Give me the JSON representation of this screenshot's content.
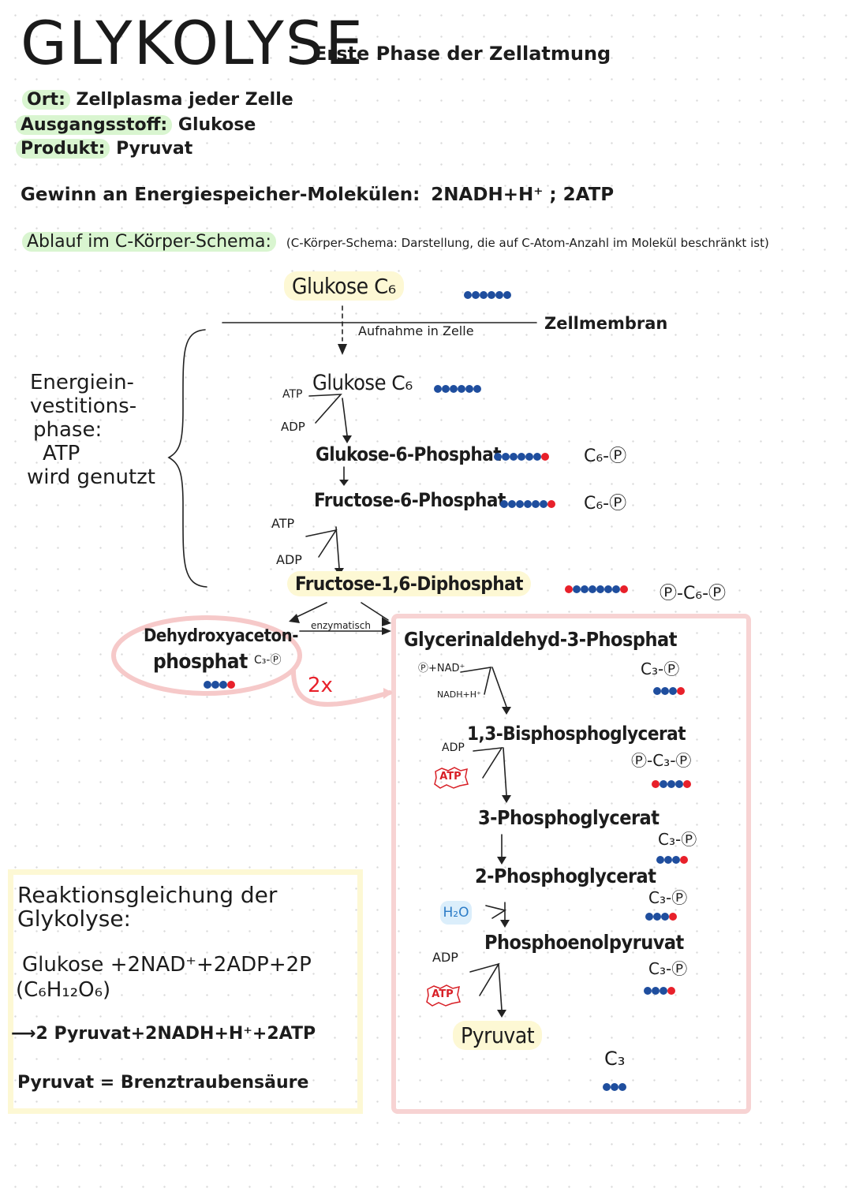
{
  "header": {
    "title": "GLYKOLYSE",
    "title_dash": "-",
    "subtitle": "Erste Phase der Zellatmung"
  },
  "facts": [
    {
      "label": "Ort:",
      "value": "Zellplasma jeder Zelle"
    },
    {
      "label": "Ausgangsstoff:",
      "value": "Glukose"
    },
    {
      "label": "Produkt:",
      "value": "Pyruvat"
    }
  ],
  "gain": {
    "label": "Gewinn an Energiespeicher-Molekülen:",
    "value": "2NADH+H⁺ ; 2ATP"
  },
  "schema_line": {
    "label": "Ablauf im C-Körper-Schema:",
    "note": "(C-Körper-Schema: Darstellung, die auf C-Atom-Anzahl im Molekül beschränkt ist)"
  },
  "membrane": {
    "label": "Zellmembran",
    "uptake": "Aufnahme in Zelle"
  },
  "phase_label": {
    "line1": "Energiein-",
    "line2": "vestitions-",
    "line3": "phase:",
    "line4": "ATP",
    "line5": "wird genutzt"
  },
  "molecules": {
    "glukose_out": {
      "name": "Glukose",
      "formula": "C₆"
    },
    "glukose_in": {
      "name": "Glukose",
      "formula": "C₆"
    },
    "g6p": {
      "name": "Glukose-6-Phosphat",
      "formula": "C₆-Ⓟ"
    },
    "f6p": {
      "name": "Fructose-6-Phosphat",
      "formula": "C₆-Ⓟ"
    },
    "f16dp": {
      "name": "Fructose-1,6-Diphosphat",
      "formula": "Ⓟ-C₆-Ⓟ"
    },
    "dhap_line1": "Dehydroxyaceton-",
    "dhap_line2": "phosphat",
    "dhap_formula": "C₃-Ⓟ",
    "gap": {
      "name": "Glycerinaldehyd-3-Phosphat",
      "formula": "C₃-Ⓟ"
    },
    "bpg": {
      "name": "1,3-Bisphosphoglycerat",
      "formula": "Ⓟ-C₃-Ⓟ"
    },
    "pg3": {
      "name": "3-Phosphoglycerat",
      "formula": "C₃-Ⓟ"
    },
    "pg2": {
      "name": "2-Phosphoglycerat",
      "formula": "C₃-Ⓟ"
    },
    "pep": {
      "name": "Phosphoenolpyruvat",
      "formula": "C₃-Ⓟ"
    },
    "pyruvat": {
      "name": "Pyruvat",
      "formula": "C₃"
    }
  },
  "cofactors": {
    "atp1": "ATP",
    "adp1": "ADP",
    "atp2": "ATP",
    "adp2": "ADP",
    "enzymatisch": "enzymatisch",
    "times_two": "2x",
    "p_nad": "Ⓟ+NAD⁺",
    "nadh": "NADH+H⁺",
    "adp3": "ADP",
    "atp_out1": "ATP",
    "h2o": "H₂O",
    "adp4": "ADP",
    "atp_out2": "ATP"
  },
  "equation": {
    "title_line1": "Reaktionsgleichung der",
    "title_line2": "Glykolyse:",
    "lhs": "Glukose +2NAD⁺+2ADP+2P",
    "lhs_formula": "(C₆H₁₂O₆)",
    "rhs": "⟶2 Pyruvat+2NADH+H⁺+2ATP",
    "note": "Pyruvat = Brenztraubensäure"
  },
  "colors": {
    "carbon_dot": "#1f4e9e",
    "phosphate_dot": "#e8202a",
    "highlight_green": "#d9f5d0",
    "highlight_yellow": "#fdf8d4",
    "box_pink": "#f7d3d3",
    "atp_badge": "#d81f26",
    "h2o": "#3a8fd1"
  },
  "dot_chains": {
    "glukose_out": "bbbbbb",
    "glukose_in": "bbbbbb",
    "g6p": "bbbbbbr",
    "f6p": "bbbbbbr",
    "f16dp": "rbbbbbbr",
    "dhap": "bbbr",
    "gap": "bbbr",
    "bpg": "rbbbr",
    "pg3": "bbbr",
    "pg2": "bbbr",
    "pep": "bbbr",
    "pyruvat": "bbb"
  }
}
